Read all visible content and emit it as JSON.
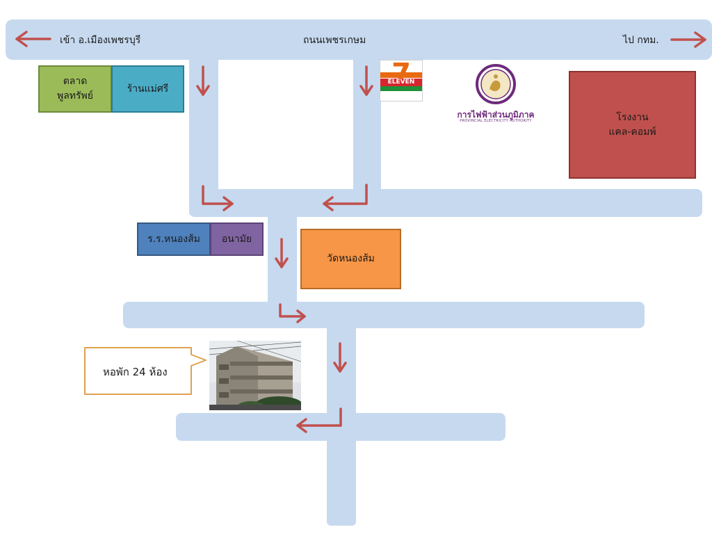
{
  "map": {
    "main_road": {
      "left_text": "เข้า อ.เมืองเพชรบุรี",
      "center_text": "ถนนเพชรเกษม",
      "right_text": "ไป กทม."
    },
    "places": {
      "market": "ตลาด\nพูลทรัพย์",
      "shop": "ร้านแม่ศรี",
      "seven_eleven": {
        "logo_text": "ELEVEN",
        "logo_number": "7"
      },
      "pea": {
        "name": "การไฟฟ้าส่วนภูมิภาค",
        "name_en": "PROVINCIAL ELECTRICITY AUTHORITY"
      },
      "factory": "โรงงาน\nแคล-คอมพ์",
      "school": "ร.ร.หนองส้ม",
      "health_center": "อนามัย",
      "temple": "วัดหนองส้ม",
      "dorm_callout": "หอพัก 24 ห้อง"
    },
    "colors": {
      "road": "#c6d9ef",
      "arrow": "#c0504d",
      "market": "#9bbb59",
      "shop": "#4bacc6",
      "factory": "#c0504d",
      "school": "#4f81bd",
      "health_center": "#8064a2",
      "temple": "#f79646",
      "callout_border": "#e0a050"
    }
  }
}
